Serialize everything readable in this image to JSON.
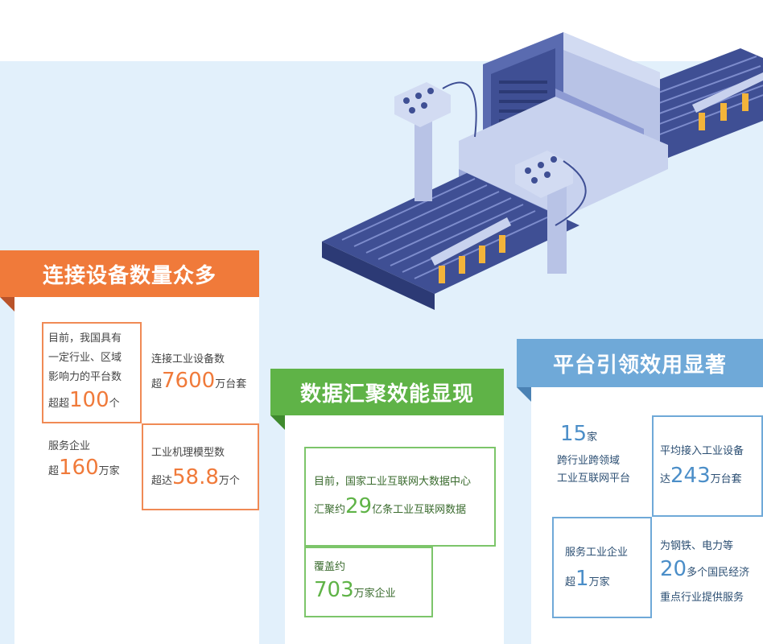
{
  "colors": {
    "orange": "#f07a3a",
    "green": "#5fb347",
    "blue": "#6fa9d8",
    "background": "#e2f0fb"
  },
  "illustration": "industrial-conveyor-machine",
  "section1": {
    "title": "连接设备数量众多",
    "platforms": {
      "lines": [
        "目前，我国具有",
        "一定行业、区域",
        "影响力的平台数"
      ],
      "prefix": "超超",
      "value": "100",
      "unit": "个"
    },
    "devices": {
      "label": "连接工业设备数",
      "prefix": "超",
      "value": "7600",
      "unit": "万台套"
    },
    "enterprises": {
      "label": "服务企业",
      "prefix": "超",
      "value": "160",
      "unit": "万家"
    },
    "models": {
      "label": "工业机理模型数",
      "prefix": "超达",
      "value": "58.8",
      "unit": "万个"
    }
  },
  "section2": {
    "title": "数据汇聚效能显现",
    "bigdata": {
      "line1": "目前，国家工业互联网大数据中心",
      "prefix": "汇聚约",
      "value": "29",
      "unit": "亿条工业互联网数据"
    },
    "coverage": {
      "label": "覆盖约",
      "value": "703",
      "unit": "万家企业"
    }
  },
  "section3": {
    "title": "平台引领效用显著",
    "platforms": {
      "value": "15",
      "unit": "家",
      "lines": [
        "跨行业跨领域",
        "工业互联网平台"
      ]
    },
    "devices": {
      "label": "平均接入工业设备",
      "prefix": "达",
      "value": "243",
      "unit": "万台套"
    },
    "enterprises": {
      "label": "服务工业企业",
      "prefix": "超",
      "value": "1",
      "unit": "万家"
    },
    "industries": {
      "prefix": "为钢铁、电力等",
      "value": "20",
      "unit": "多个国民经济",
      "suffix": "重点行业提供服务"
    }
  }
}
